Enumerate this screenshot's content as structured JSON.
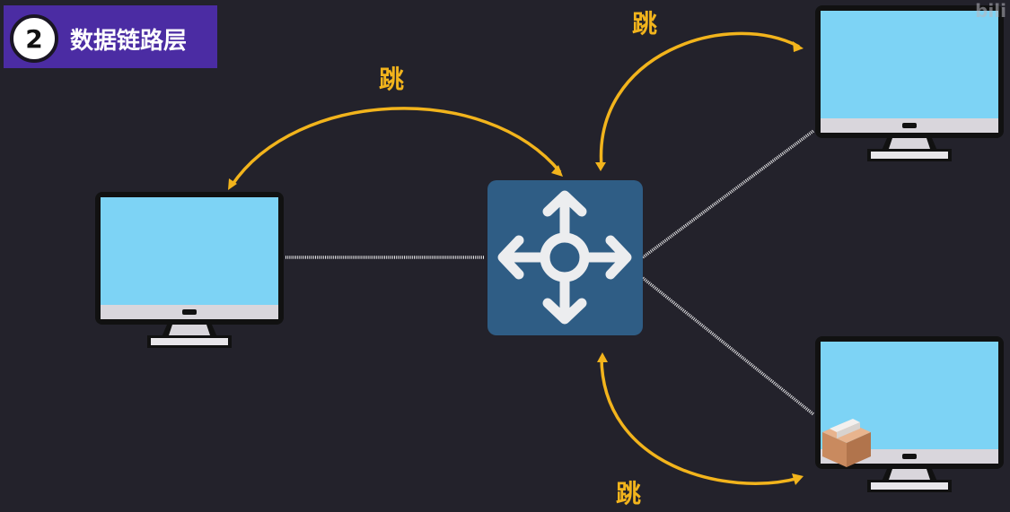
{
  "header": {
    "number": "2",
    "title": "数据链路层"
  },
  "watermark": "bili",
  "hops": [
    {
      "id": "left",
      "label": "跳"
    },
    {
      "id": "top-right",
      "label": "跳"
    },
    {
      "id": "bottom-right",
      "label": "跳"
    }
  ],
  "icons": {
    "switch": "switch-arrows-icon",
    "computers": [
      "computer-left-icon",
      "computer-top-right-icon",
      "computer-bottom-right-icon"
    ],
    "package": "package-box-icon"
  },
  "colors": {
    "background": "#23222b",
    "header_bg": "#4b2ca3",
    "hop_arrow": "#f2b41c",
    "switch_bg": "#2f5d85",
    "screen": "#7dd3f5",
    "monitor_frame": "#111111",
    "stand": "#e8e6ea",
    "cable": "#e8e8ea"
  }
}
